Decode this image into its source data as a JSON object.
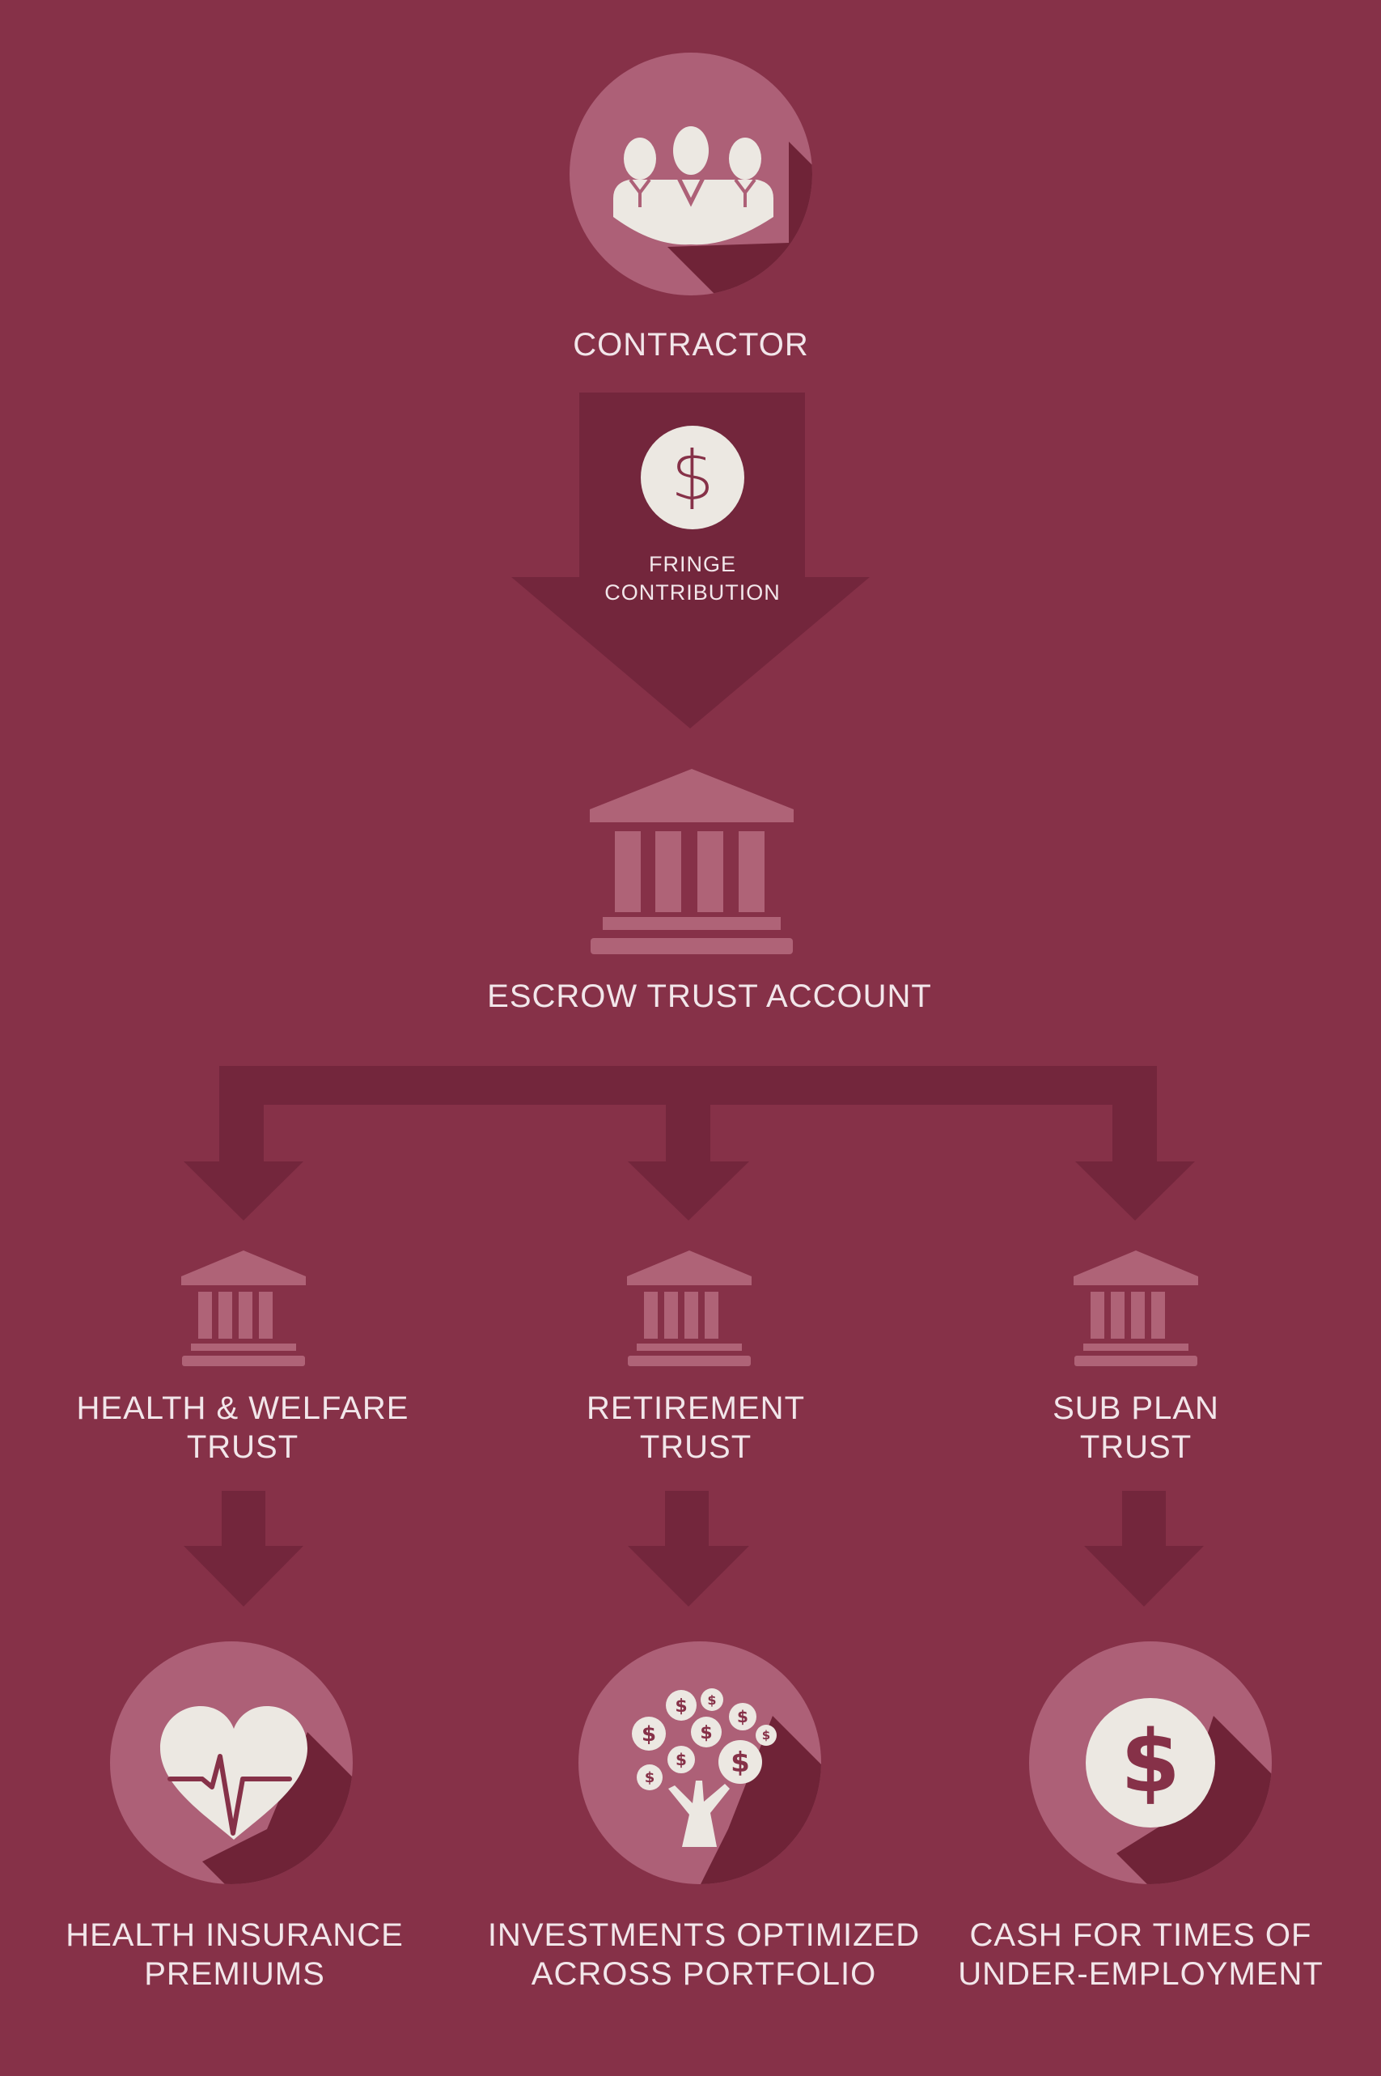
{
  "colors": {
    "background": "#863148",
    "dark": "#73263c",
    "circle": "#ad6077",
    "shadow": "#6f2337",
    "icon_light": "#ece8e2",
    "bank": "#af6377"
  },
  "top": {
    "contractor_label": "CONTRACTOR",
    "contractor_icon": "people-group-icon",
    "contribution_icon": "dollar-icon",
    "contribution_lines": [
      "FRINGE",
      "CONTRIBUTION"
    ],
    "escrow_icon": "bank-icon",
    "escrow_label": "ESCROW TRUST ACCOUNT"
  },
  "trusts": [
    {
      "icon": "bank-icon",
      "lines": [
        "HEALTH & WELFARE",
        "TRUST"
      ]
    },
    {
      "icon": "bank-icon",
      "lines": [
        "RETIREMENT",
        "TRUST"
      ]
    },
    {
      "icon": "bank-icon",
      "lines": [
        "SUB PLAN",
        "TRUST"
      ]
    }
  ],
  "outcomes": [
    {
      "icon": "heart-pulse-icon",
      "lines": [
        "HEALTH INSURANCE",
        "PREMIUMS"
      ]
    },
    {
      "icon": "money-tree-icon",
      "lines": [
        "INVESTMENTS OPTIMIZED",
        "ACROSS PORTFOLIO"
      ]
    },
    {
      "icon": "dollar-coin-icon",
      "lines": [
        "CASH FOR TIMES OF",
        "UNDER-EMPLOYMENT"
      ]
    }
  ]
}
